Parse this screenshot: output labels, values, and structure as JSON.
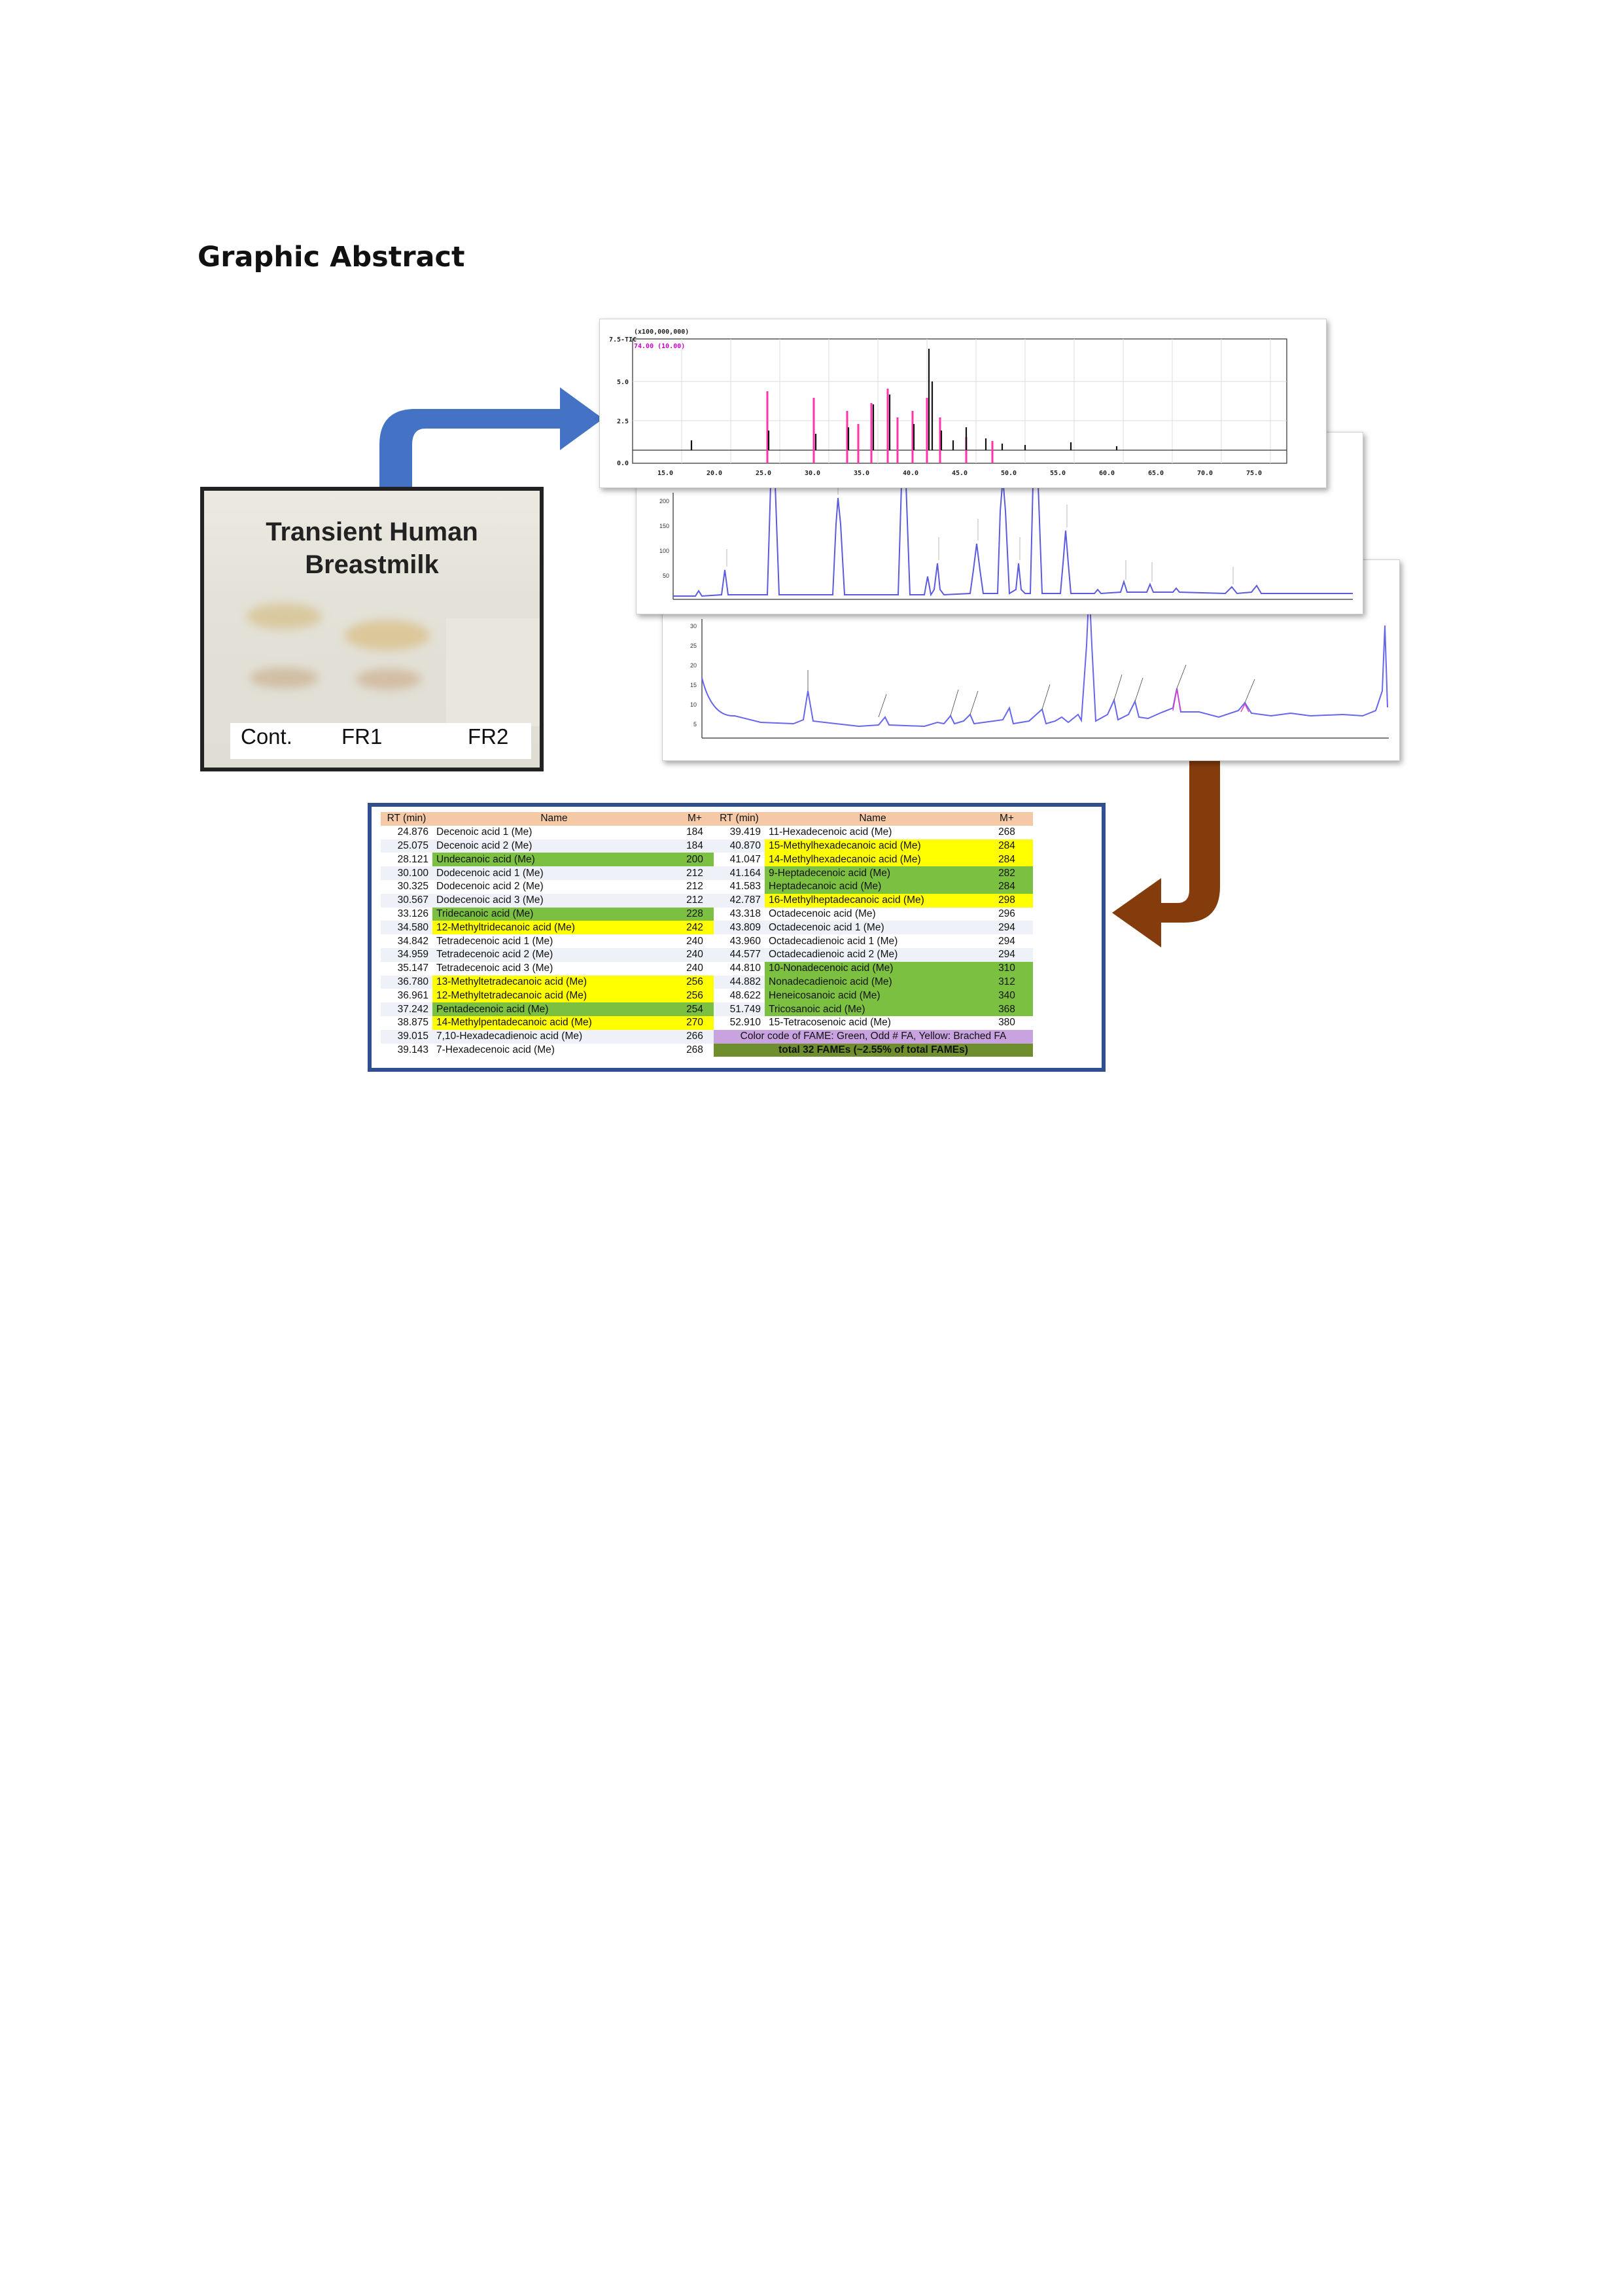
{
  "heading": "Graphic Abstract",
  "photo": {
    "title_line1": "Transient Human",
    "title_line2": "Breastmilk",
    "lanes": [
      "Cont.",
      "FR1",
      "FR2"
    ]
  },
  "chromatogram_1": {
    "scale_label": "(x100,000,000)",
    "tic_label": "7.5-TIC",
    "ion_label": "74.00 (10.00)",
    "y_ticks": [
      "5.0",
      "2.5",
      "0.0"
    ],
    "x_ticks": [
      "15.0",
      "20.0",
      "25.0",
      "30.0",
      "35.0",
      "40.0",
      "45.0",
      "50.0",
      "55.0",
      "60.0",
      "65.0",
      "70.0",
      "75.0"
    ]
  },
  "chromatogram_2": {
    "y_ticks": [
      "200",
      "150",
      "100",
      "50"
    ]
  },
  "chromatogram_3": {
    "y_ticks": [
      "30",
      "25",
      "20",
      "15",
      "10",
      "5"
    ]
  },
  "colors": {
    "green": "#7cc042",
    "yellow": "#ffff00",
    "blue_arrow": "#4472c4",
    "brown_arrow": "#843c0c"
  },
  "table": {
    "headers": [
      "RT (min)",
      "Name",
      "M+",
      "RT (min)",
      "Name",
      "M+"
    ],
    "left": [
      {
        "rt": "24.876",
        "name": "Decenoic acid 1 (Me)",
        "m": "184",
        "hl": ""
      },
      {
        "rt": "25.075",
        "name": "Decenoic acid 2 (Me)",
        "m": "184",
        "hl": ""
      },
      {
        "rt": "28.121",
        "name": "Undecanoic acid (Me)",
        "m": "200",
        "hl": "green"
      },
      {
        "rt": "30.100",
        "name": "Dodecenoic acid 1 (Me)",
        "m": "212",
        "hl": ""
      },
      {
        "rt": "30.325",
        "name": "Dodecenoic acid 2 (Me)",
        "m": "212",
        "hl": ""
      },
      {
        "rt": "30.567",
        "name": "Dodecenoic acid 3 (Me)",
        "m": "212",
        "hl": ""
      },
      {
        "rt": "33.126",
        "name": "Tridecanoic acid (Me)",
        "m": "228",
        "hl": "green"
      },
      {
        "rt": "34.580",
        "name": "12-Methyltridecanoic acid (Me)",
        "m": "242",
        "hl": "yellow"
      },
      {
        "rt": "34.842",
        "name": "Tetradecenoic acid 1 (Me)",
        "m": "240",
        "hl": ""
      },
      {
        "rt": "34.959",
        "name": "Tetradecenoic acid 2 (Me)",
        "m": "240",
        "hl": ""
      },
      {
        "rt": "35.147",
        "name": "Tetradecenoic acid 3 (Me)",
        "m": "240",
        "hl": ""
      },
      {
        "rt": "36.780",
        "name": "13-Methyltetradecanoic acid (Me)",
        "m": "256",
        "hl": "yellow"
      },
      {
        "rt": "36.961",
        "name": "12-Methyltetradecanoic acid (Me)",
        "m": "256",
        "hl": "yellow"
      },
      {
        "rt": "37.242",
        "name": "Pentadecenoic acid (Me)",
        "m": "254",
        "hl": "green"
      },
      {
        "rt": "38.875",
        "name": "14-Methylpentadecanoic acid (Me)",
        "m": "270",
        "hl": "yellow"
      },
      {
        "rt": "39.015",
        "name": "7,10-Hexadecadienoic acid (Me)",
        "m": "266",
        "hl": ""
      },
      {
        "rt": "39.143",
        "name": "7-Hexadecenoic acid (Me)",
        "m": "268",
        "hl": ""
      }
    ],
    "right": [
      {
        "rt": "39.419",
        "name": "11-Hexadecenoic acid (Me)",
        "m": "268",
        "hl": ""
      },
      {
        "rt": "40.870",
        "name": "15-Methylhexadecanoic acid (Me)",
        "m": "284",
        "hl": "yellow"
      },
      {
        "rt": "41.047",
        "name": "14-Methylhexadecanoic acid (Me)",
        "m": "284",
        "hl": "yellow"
      },
      {
        "rt": "41.164",
        "name": "9-Heptadecenoic acid (Me)",
        "m": "282",
        "hl": "green"
      },
      {
        "rt": "41.583",
        "name": "Heptadecanoic acid (Me)",
        "m": "284",
        "hl": "green"
      },
      {
        "rt": "42.787",
        "name": "16-Methylheptadecanoic acid (Me)",
        "m": "298",
        "hl": "yellow"
      },
      {
        "rt": "43.318",
        "name": "Octadecenoic acid (Me)",
        "m": "296",
        "hl": ""
      },
      {
        "rt": "43.809",
        "name": "Octadecenoic acid 1 (Me)",
        "m": "294",
        "hl": ""
      },
      {
        "rt": "43.960",
        "name": "Octadecadienoic acid 1 (Me)",
        "m": "294",
        "hl": ""
      },
      {
        "rt": "44.577",
        "name": "Octadecadienoic acid 2 (Me)",
        "m": "294",
        "hl": ""
      },
      {
        "rt": "44.810",
        "name": "10-Nonadecenoic acid (Me)",
        "m": "310",
        "hl": "green"
      },
      {
        "rt": "44.882",
        "name": "Nonadecadienoic acid (Me)",
        "m": "312",
        "hl": "green"
      },
      {
        "rt": "48.622",
        "name": "Heneicosanoic acid (Me)",
        "m": "340",
        "hl": "green"
      },
      {
        "rt": "51.749",
        "name": "Tricosanoic acid (Me)",
        "m": "368",
        "hl": "green"
      },
      {
        "rt": "52.910",
        "name": "15-Tetracosenoic acid (Me)",
        "m": "380",
        "hl": ""
      }
    ],
    "note": "Color code of FAME: Green, Odd # FA, Yellow: Brached FA",
    "total": "total 32 FAMEs (~2.55% of total FAMEs)"
  }
}
